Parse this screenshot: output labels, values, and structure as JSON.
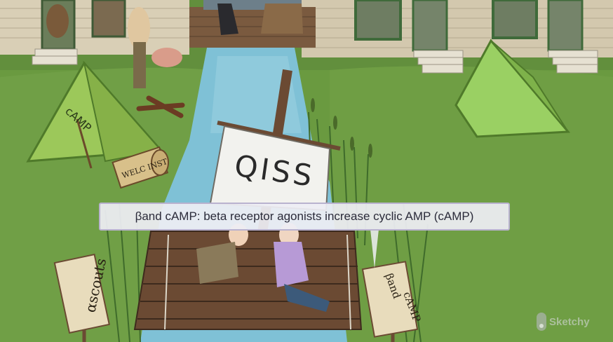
{
  "caption": {
    "text": "βand cAMP: beta receptor agonists increase cyclic AMP (cAMP)"
  },
  "sail": {
    "text": "QISS"
  },
  "tent_left": {
    "label": "cAMP"
  },
  "sign_left": {
    "text": "αscouts"
  },
  "sign_right": {
    "line1": "βand",
    "line2": "cAMP"
  },
  "welcome_sign": {
    "text": "WELC INST"
  },
  "watermark": {
    "text": "Sketchy"
  },
  "colors": {
    "grass": "#5f8f3a",
    "water": "#7fc1d6",
    "raft": "#6b4a33",
    "tent": "#9cc85a",
    "cabin": "#d8cdb5",
    "caption_bg": "#eeeef4",
    "caption_border": "#b9b2cf"
  }
}
